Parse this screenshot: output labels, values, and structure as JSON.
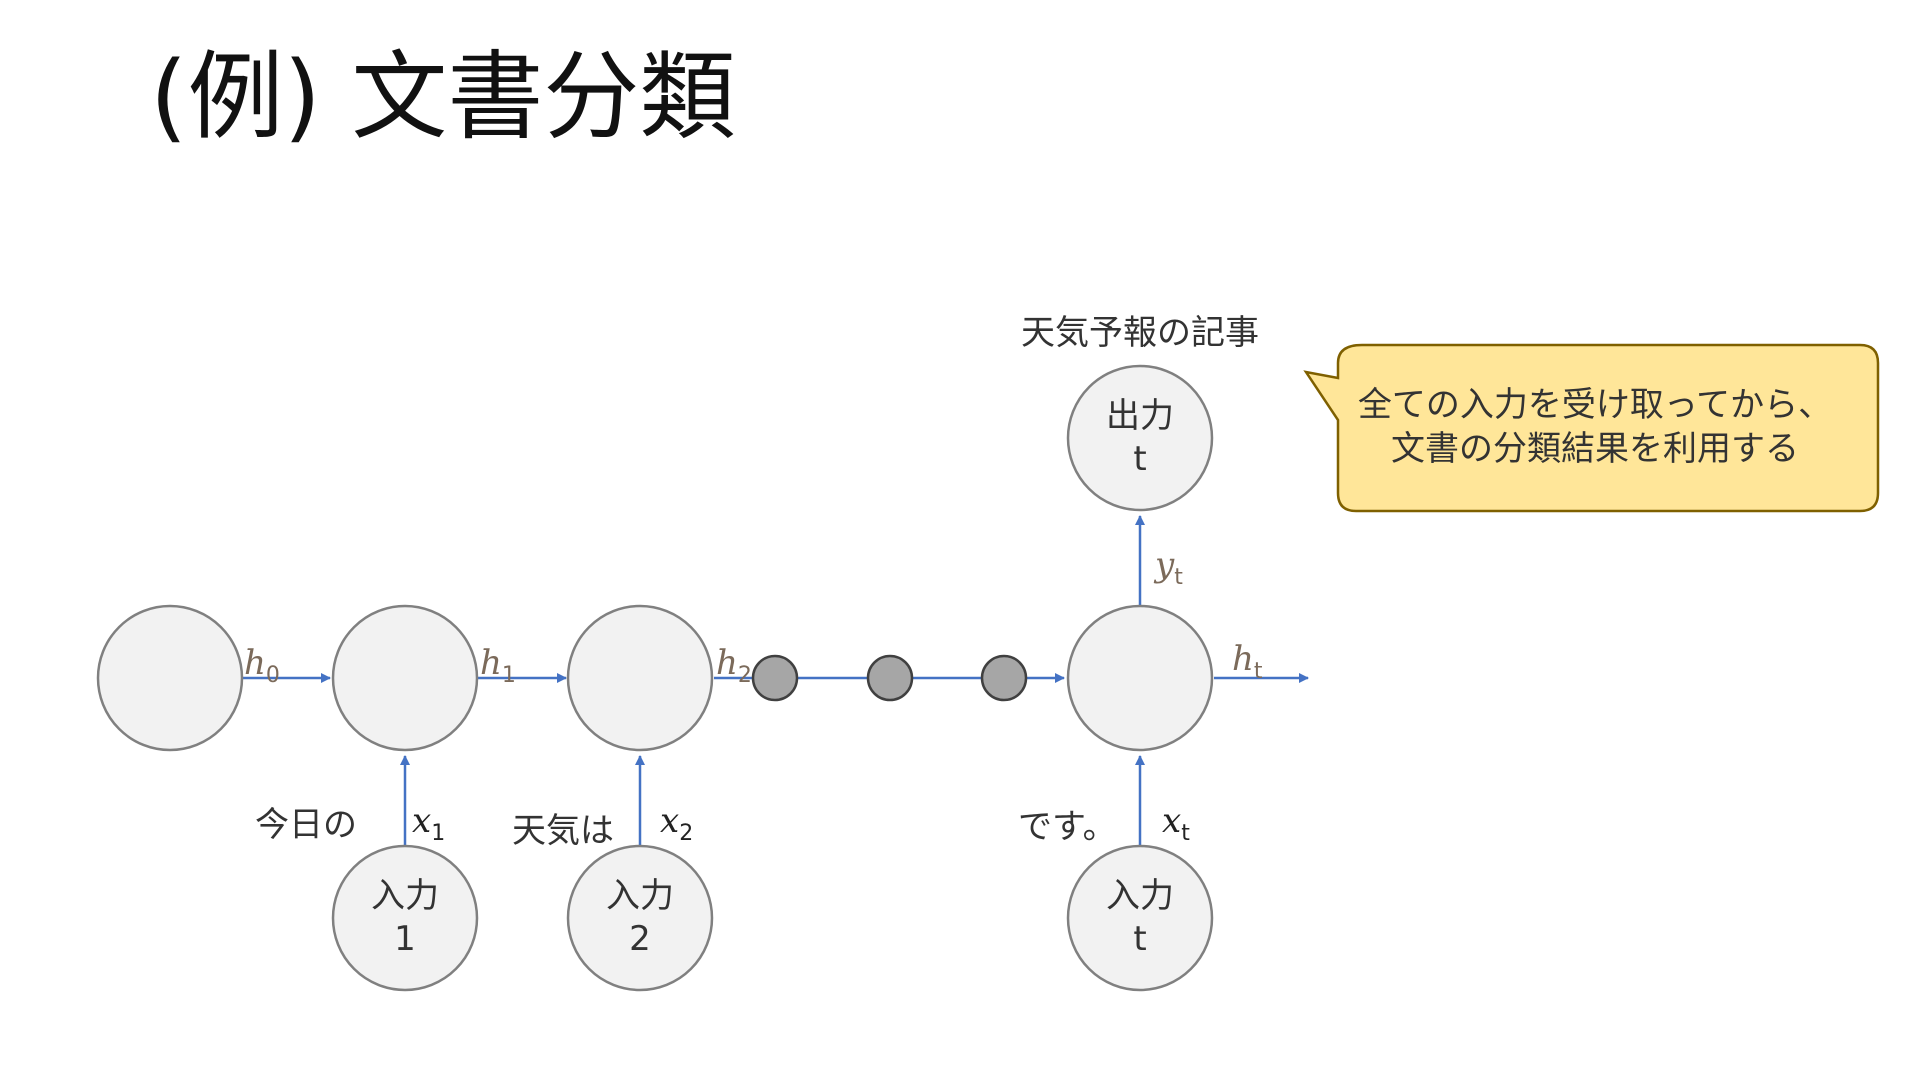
{
  "title": "(例) 文書分類",
  "colors": {
    "node_fill": "#f2f2f2",
    "node_stroke": "#808080",
    "arrow": "#4472c4",
    "dot_fill": "#a6a6a6",
    "callout_fill": "#ffe699",
    "callout_stroke": "#7f6000"
  },
  "nodes": {
    "input1": [
      "入力",
      "1"
    ],
    "input2": [
      "入力",
      "2"
    ],
    "input_t": [
      "入力",
      "t"
    ],
    "output_t": [
      "出力",
      "t"
    ]
  },
  "words": {
    "w1": "今日の",
    "w2": "天気は",
    "wt": "です。",
    "output": "天気予報の記事"
  },
  "hidden_states": [
    {
      "base": "h",
      "sub": "0"
    },
    {
      "base": "h",
      "sub": "1"
    },
    {
      "base": "h",
      "sub": "2"
    },
    {
      "base": "h",
      "sub": "t"
    }
  ],
  "inputs": [
    {
      "base": "x",
      "sub": "1"
    },
    {
      "base": "x",
      "sub": "2"
    },
    {
      "base": "x",
      "sub": "t"
    }
  ],
  "output_var": {
    "base": "y",
    "sub": "t"
  },
  "callout": [
    "全ての入力を受け取ってから、",
    "文書の分類結果を利用する"
  ]
}
